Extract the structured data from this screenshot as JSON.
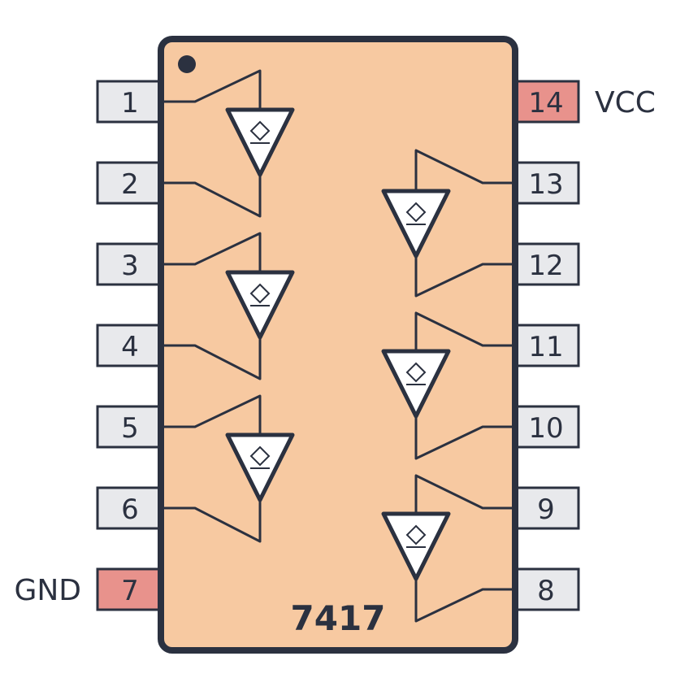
{
  "chip": {
    "name": "7417",
    "body_color": "#f7c9a1",
    "outline_color": "#2b3140"
  },
  "pins": {
    "p1": "1",
    "p2": "2",
    "p3": "3",
    "p4": "4",
    "p5": "5",
    "p6": "6",
    "p7": "7",
    "p8": "8",
    "p9": "9",
    "p10": "10",
    "p11": "11",
    "p12": "12",
    "p13": "13",
    "p14": "14"
  },
  "labels": {
    "gnd": "GND",
    "vcc": "VCC"
  },
  "colors": {
    "pin_fill": "#e8e9ec",
    "power_pin_fill": "#e8928c"
  },
  "gates": {
    "type": "open-collector buffer",
    "icon": "open-collector-symbol",
    "count": 6
  }
}
